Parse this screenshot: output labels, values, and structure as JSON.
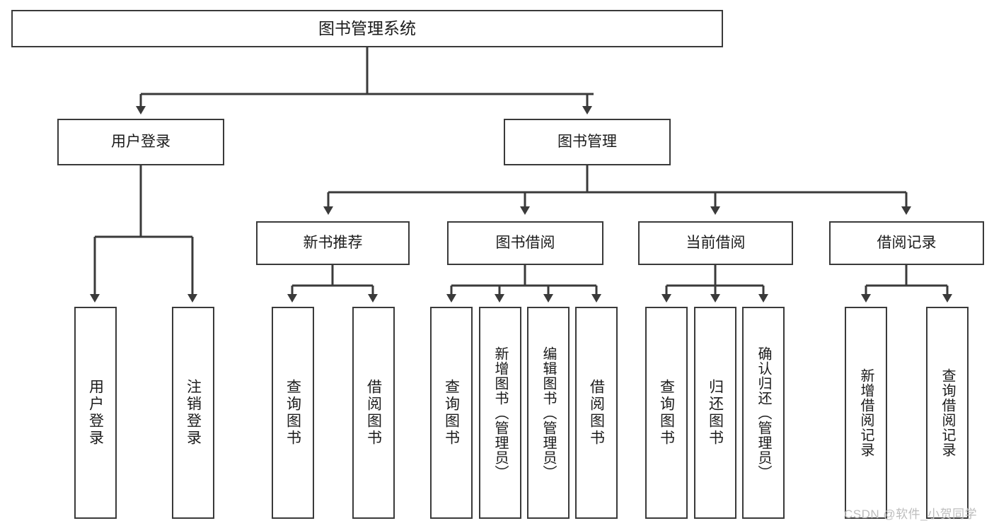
{
  "diagram": {
    "title": "图书管理系统",
    "type": "tree-hierarchy-chart",
    "root": {
      "label": "图书管理系统"
    },
    "level2": [
      {
        "label": "用户登录"
      },
      {
        "label": "图书管理"
      }
    ],
    "level3": [
      {
        "label": "新书推荐"
      },
      {
        "label": "图书借阅"
      },
      {
        "label": "当前借阅"
      },
      {
        "label": "借阅记录"
      }
    ],
    "leaves": {
      "user_login": [
        {
          "label": "用户登录"
        },
        {
          "label": "注销登录"
        }
      ],
      "new_book": [
        {
          "label": "查询图书"
        },
        {
          "label": "借阅图书"
        }
      ],
      "book_borrow": [
        {
          "label": "查询图书"
        },
        {
          "label": "新增图书（管理员）"
        },
        {
          "label": "编辑图书（管理员）"
        },
        {
          "label": "借阅图书"
        }
      ],
      "current_borrow": [
        {
          "label": "查询图书"
        },
        {
          "label": "归还图书"
        },
        {
          "label": "确认归还（管理员）"
        }
      ],
      "borrow_record": [
        {
          "label": "新增借阅记录"
        },
        {
          "label": "查询借阅记录"
        }
      ]
    }
  },
  "watermark": {
    "text": "CSDN @软件_小贺同学"
  },
  "colors": {
    "box_border": "#3a3a3a",
    "text": "#1b1b1b",
    "background": "#ffffff",
    "watermark": "#bdbdbd"
  }
}
